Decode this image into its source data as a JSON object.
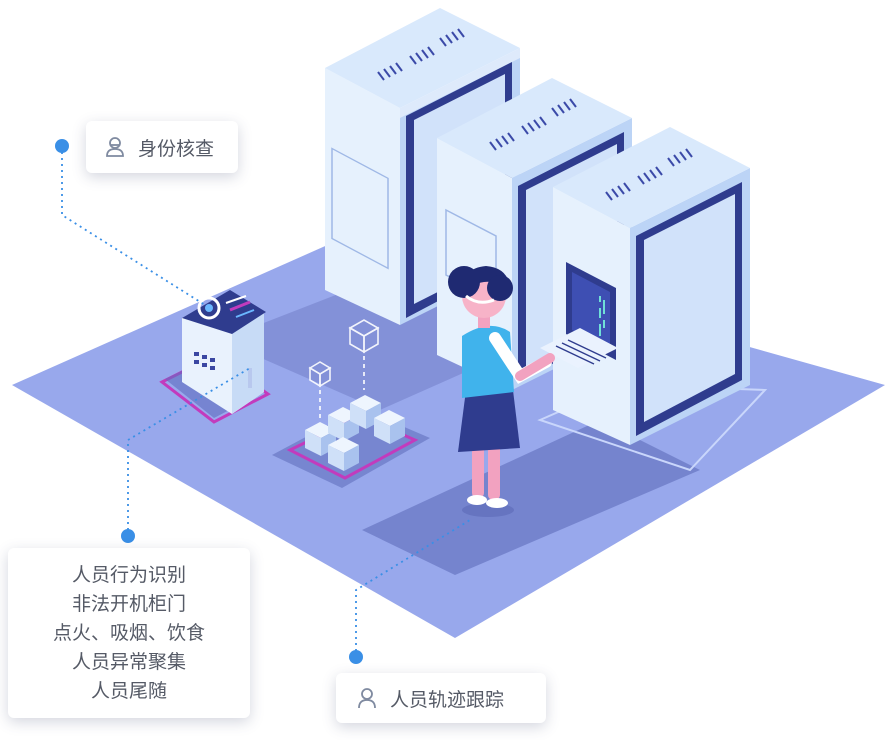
{
  "callouts": {
    "identity_check": {
      "label": "身份核查",
      "icon": "person-badge-icon"
    },
    "behavior_recognition": {
      "lines": [
        "人员行为识别",
        "非法开机柜门",
        "点火、吸烟、饮食",
        "人员异常聚集",
        "人员尾随"
      ]
    },
    "trajectory_tracking": {
      "label": "人员轨迹跟踪",
      "icon": "person-icon"
    }
  },
  "colors": {
    "floor": "#98a8ec",
    "floor_shadow": "#6a78c4",
    "cabinet_light": "#e6f1fd",
    "cabinet_side": "#bcd4f6",
    "cabinet_dark": "#2f3c8e",
    "connector": "#3a8fe6",
    "accent_magenta": "#c23bbd"
  }
}
